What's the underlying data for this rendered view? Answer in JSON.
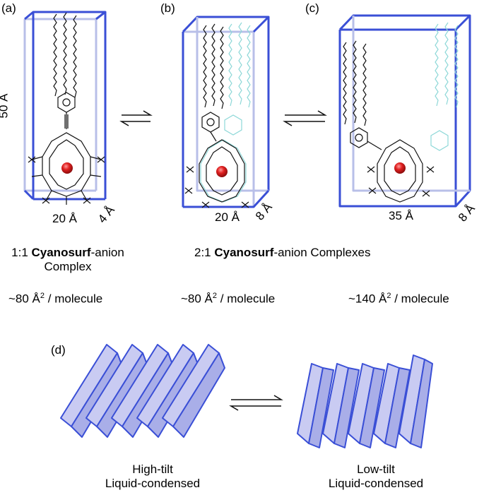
{
  "panels": {
    "a": {
      "tag": "(a)",
      "height_dim": "50 Å",
      "width_dim": "20 Å",
      "depth_dim": "4 Å",
      "caption_prefix": "1:1 ",
      "caption_bold": "Cyanosurf",
      "caption_suffix": "-anion",
      "caption_line2": "Complex",
      "area": "~80 Å",
      "area_sup": "2",
      "area_unit": " / molecule"
    },
    "b": {
      "tag": "(b)",
      "width_dim": "20 Å",
      "depth_dim": "8 Å",
      "area": "~80 Å",
      "area_sup": "2",
      "area_unit": " / molecule"
    },
    "c": {
      "tag": "(c)",
      "width_dim": "35 Å",
      "depth_dim": "8 Å",
      "area": "~140 Å",
      "area_sup": "2",
      "area_unit": " / molecule"
    },
    "bc_caption": {
      "prefix": "2:1 ",
      "bold": "Cyanosurf",
      "suffix": "-anion Complexes"
    },
    "d": {
      "tag": "(d)",
      "left_line1": "High-tilt",
      "left_line2": "Liquid-condensed",
      "right_line1": "Low-tilt",
      "right_line2": "Liquid-condensed"
    }
  },
  "colors": {
    "box_edge": "#3a4fd6",
    "box_back": "#b8bfe8",
    "prism_fill": "#c9cbf2",
    "chain": "#111111",
    "chain_faded": "#8ed8d8",
    "anion": "#d81e1e"
  }
}
